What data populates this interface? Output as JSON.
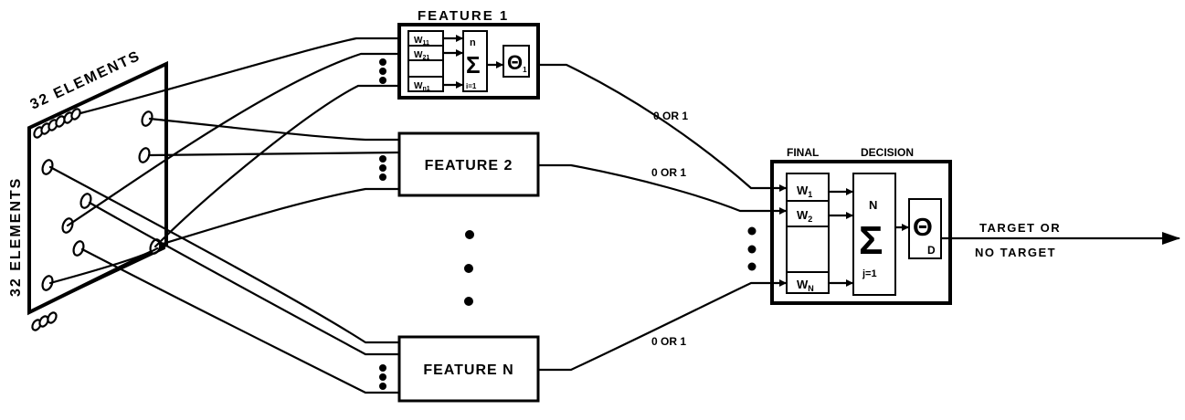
{
  "diagram": {
    "retina": {
      "top_label": "32 ELEMENTS",
      "side_label": "32 ELEMENTS"
    },
    "feature_1": {
      "title": "FEATURE 1",
      "weights": [
        "W11",
        "W21",
        "Wn1"
      ],
      "weight_labels": {
        "w11": "W",
        "w11_sub": "11",
        "w21": "W",
        "w21_sub": "21",
        "wn1": "W",
        "wn1_sub": "n1"
      },
      "sum_upper": "n",
      "sum_symbol": "Σ",
      "sum_lower": "i=1",
      "threshold": "Θ",
      "threshold_sub": "1"
    },
    "feature_2": {
      "label": "FEATURE 2"
    },
    "feature_n": {
      "label": "FEATURE N"
    },
    "outputs": {
      "feature_1_out": "0 OR 1",
      "feature_2_out": "0 OR 1",
      "feature_n_out": "0 OR 1"
    },
    "final_decision": {
      "title_left": "FINAL",
      "title_right": "DECISION",
      "w1": "W",
      "w1_sub": "1",
      "w2": "W",
      "w2_sub": "2",
      "wn": "W",
      "wn_sub": "N",
      "sum_upper": "N",
      "sum_symbol": "Σ",
      "sum_lower": "j=1",
      "threshold": "Θ",
      "threshold_sub": "D"
    },
    "result": {
      "line1": "TARGET OR",
      "line2": "NO TARGET"
    }
  }
}
